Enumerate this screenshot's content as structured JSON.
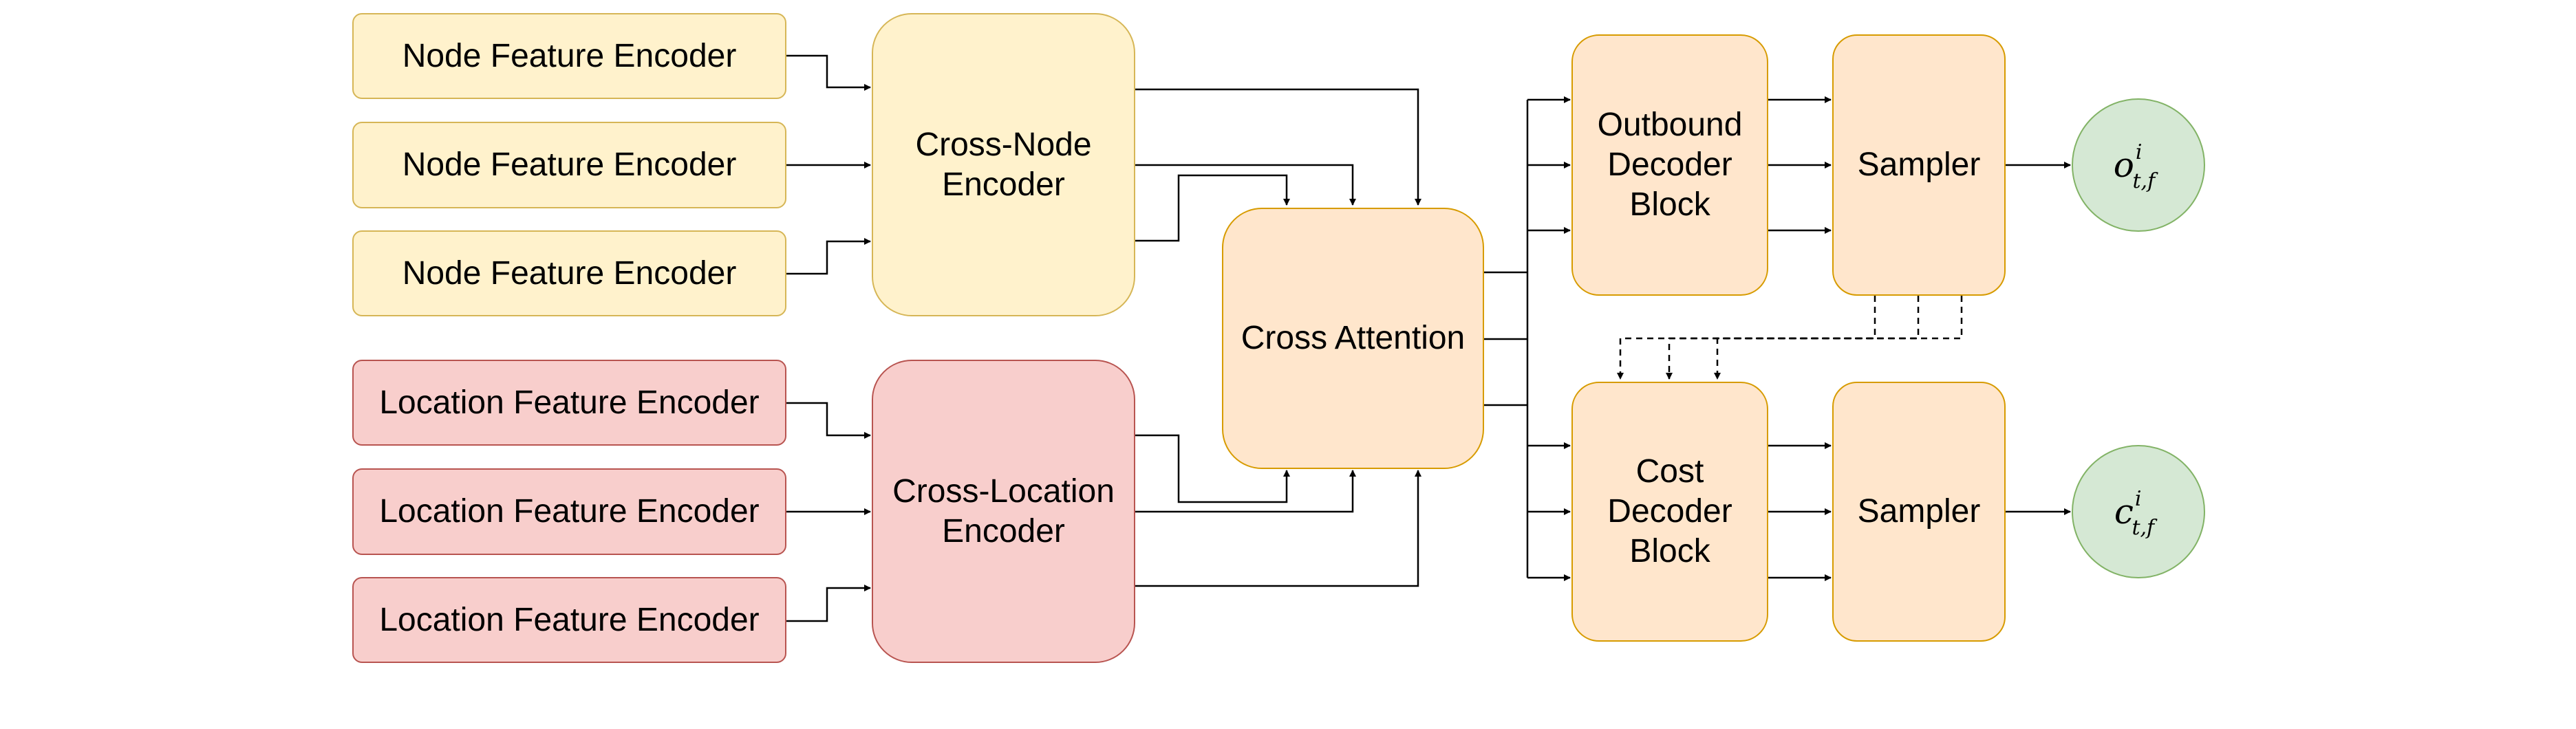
{
  "colors": {
    "node_fill": "#fff2cc",
    "node_stroke": "#d6b656",
    "loc_fill": "#f8cecc",
    "loc_stroke": "#b85450",
    "dec_fill": "#ffe6cc",
    "dec_stroke": "#d79b00",
    "out_fill": "#d5e8d4",
    "out_stroke": "#82b366"
  },
  "node_encoders": [
    "Node Feature Encoder",
    "Node Feature Encoder",
    "Node Feature Encoder"
  ],
  "location_encoders": [
    "Location Feature Encoder",
    "Location Feature Encoder",
    "Location Feature Encoder"
  ],
  "cross_node_encoder": [
    "Cross-Node",
    "Encoder"
  ],
  "cross_location_encoder": [
    "Cross-Location",
    "Encoder"
  ],
  "cross_attention": "Cross Attention",
  "outbound_decoder": [
    "Outbound",
    "Decoder",
    "Block"
  ],
  "cost_decoder": [
    "Cost",
    "Decoder",
    "Block"
  ],
  "sampler_top": "Sampler",
  "sampler_bottom": "Sampler",
  "output_outbound": {
    "symbol": "o",
    "superscript": "i",
    "subscript": "t,f"
  },
  "output_cost": {
    "symbol": "c",
    "superscript": "i",
    "subscript": "t,f"
  }
}
